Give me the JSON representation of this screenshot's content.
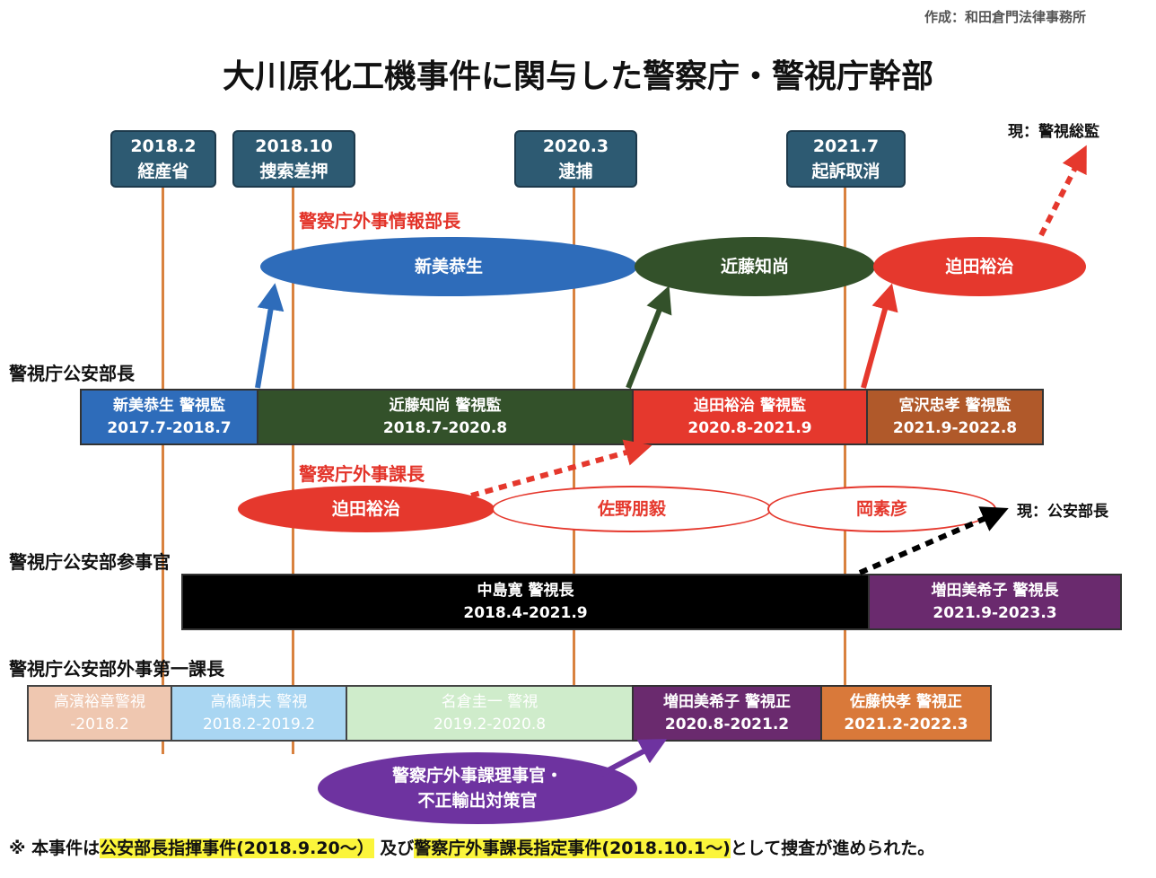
{
  "credit": "作成：和田倉門法律事務所",
  "title": "大川原化工機事件に関与した警察庁・警視庁幹部",
  "timeline": [
    {
      "date": "2018.2",
      "event": "経産省"
    },
    {
      "date": "2018.10",
      "event": "捜索差押"
    },
    {
      "date": "2020.3",
      "event": "逮捕"
    },
    {
      "date": "2021.7",
      "event": "起訴取消"
    }
  ],
  "labels": {
    "gaiji_joho_bucho": "警察庁外事情報部長",
    "koan_bucho": "警視庁公安部長",
    "gaiji_kacho": "警察庁外事課長",
    "koan_sanjikan": "警視庁公安部参事官",
    "gaiji_daiichi_kacho": "警視庁公安部外事第一課長",
    "now_keishi_sokan": "現：警視総監",
    "now_koan_bucho": "現：公安部長"
  },
  "joho_bucho_ellipses": [
    {
      "name": "新美恭生",
      "color": "#2e6cba"
    },
    {
      "name": "近藤知尚",
      "color": "#33512a"
    },
    {
      "name": "迫田裕治",
      "color": "#e5382d"
    }
  ],
  "koan_bucho_bars": [
    {
      "name": "新美恭生 警視監",
      "period": "2017.7-2018.7",
      "color": "#2e6cba"
    },
    {
      "name": "近藤知尚 警視監",
      "period": "2018.7-2020.8",
      "color": "#33512a"
    },
    {
      "name": "迫田裕治 警視監",
      "period": "2020.8-2021.9",
      "color": "#e5382d"
    },
    {
      "name": "宮沢忠孝 警視監",
      "period": "2021.9-2022.8",
      "color": "#b0592a"
    }
  ],
  "gaiji_kacho_ellipses": [
    {
      "name": "迫田裕治",
      "style": "filled",
      "color": "#e5382d"
    },
    {
      "name": "佐野朋毅",
      "style": "outline",
      "color": "#e5382d"
    },
    {
      "name": "岡素彦",
      "style": "outline",
      "color": "#e5382d"
    }
  ],
  "sanjikan_bars": [
    {
      "name": "中島寛 警視長",
      "period": "2018.4-2021.9",
      "color": "#000000"
    },
    {
      "name": "増田美希子 警視長",
      "period": "2021.9-2023.3",
      "color": "#6a2a6e"
    }
  ],
  "daiichi_kacho_bars": [
    {
      "name": "高濱裕章警視",
      "period": "-2018.2",
      "color": "#efc7b0"
    },
    {
      "name": "高橋靖夫 警視",
      "period": "2018.2-2019.2",
      "color": "#a9d6f2"
    },
    {
      "name": "名倉圭一 警視",
      "period": "2019.2-2020.8",
      "color": "#cfeccb"
    },
    {
      "name": "増田美希子 警視正",
      "period": "2020.8-2021.2",
      "color": "#6a2a6e"
    },
    {
      "name": "佐藤快孝 警視正",
      "period": "2021.2-2022.3",
      "color": "#d9793a"
    }
  ],
  "bottom_ellipse": {
    "line1": "警察庁外事課理事官・",
    "line2": "不正輸出対策官",
    "color": "#6e33a0"
  },
  "footnote": {
    "prefix": "※ 本事件は",
    "hl1": "公安部長指揮事件(2018.9.20〜）",
    "mid": "及び",
    "hl2": "警察庁外事課長指定事件(2018.10.1〜)",
    "suffix": "として捜査が進められた。"
  },
  "colors": {
    "timeline": "#d9823f",
    "datebox": "#2d5a72",
    "red_label": "#e3342a"
  }
}
